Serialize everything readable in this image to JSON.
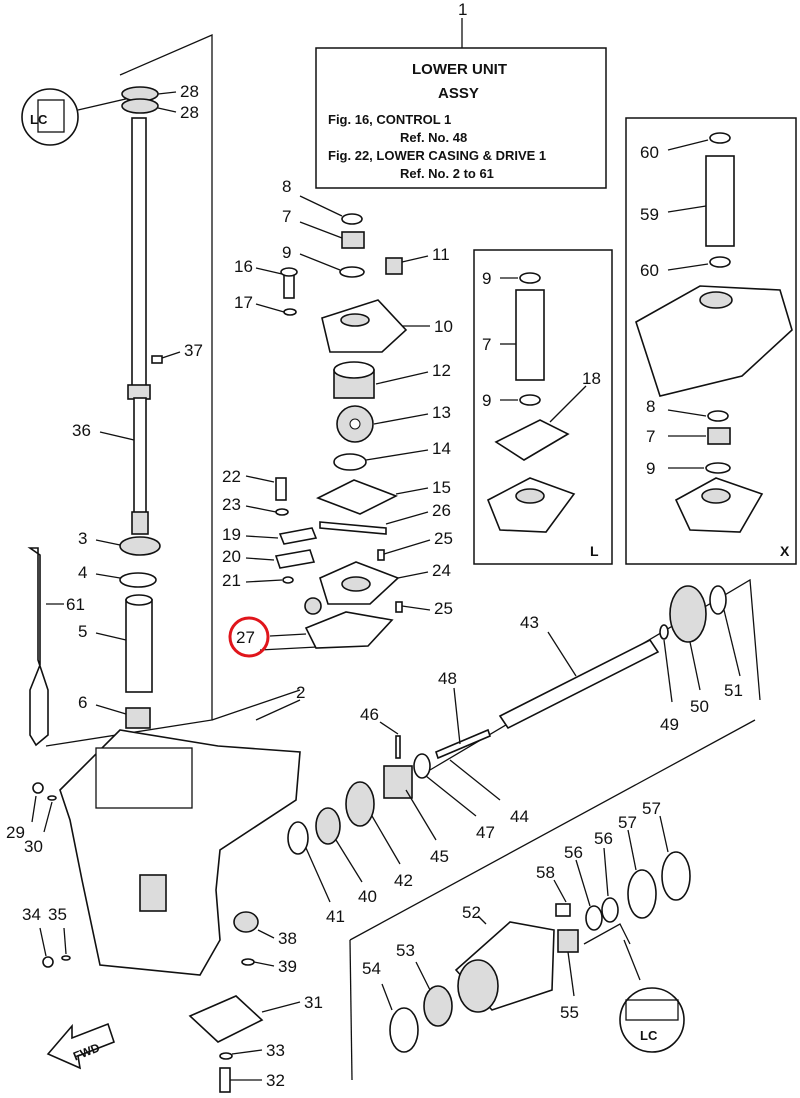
{
  "title_box": {
    "ref": "1",
    "line1": "LOWER UNIT",
    "line2": "ASSY",
    "line3": "Fig. 16, CONTROL 1",
    "line4": "Ref. No. 48",
    "line5": "Fig. 22, LOWER CASING & DRIVE 1",
    "line6": "Ref. No. 2 to 61"
  },
  "variants": {
    "left": "L",
    "right": "X"
  },
  "fwd": "FWD",
  "highlight": {
    "part": "27",
    "color": "#e0151b"
  },
  "labels": {
    "p2": "2",
    "p3": "3",
    "p4": "4",
    "p5": "5",
    "p6": "6",
    "p7": "7",
    "p8": "8",
    "p9": "9",
    "p10": "10",
    "p11": "11",
    "p12": "12",
    "p13": "13",
    "p14": "14",
    "p15": "15",
    "p16": "16",
    "p17": "17",
    "p19": "19",
    "p20": "20",
    "p21": "21",
    "p22": "22",
    "p23": "23",
    "p24": "24",
    "p25a": "25",
    "p25b": "25",
    "p26": "26",
    "p27": "27",
    "p28a": "28",
    "p28b": "28",
    "p29": "29",
    "p30": "30",
    "p31": "31",
    "p32": "32",
    "p33": "33",
    "p34": "34",
    "p35": "35",
    "p36": "36",
    "p37": "37",
    "p38": "38",
    "p39": "39",
    "p40": "40",
    "p41": "41",
    "p42": "42",
    "p43": "43",
    "p44": "44",
    "p45": "45",
    "p46": "46",
    "p47": "47",
    "p48": "48",
    "p49": "49",
    "p50": "50",
    "p51": "51",
    "p52": "52",
    "p53": "53",
    "p54": "54",
    "p55": "55",
    "p56a": "56",
    "p56b": "56",
    "p57a": "57",
    "p57b": "57",
    "p58": "58",
    "p61": "61",
    "l9a": "9",
    "l7": "7",
    "l9b": "9",
    "l18": "18",
    "x60a": "60",
    "x59": "59",
    "x60b": "60",
    "x8": "8",
    "x7": "7",
    "x9": "9"
  }
}
